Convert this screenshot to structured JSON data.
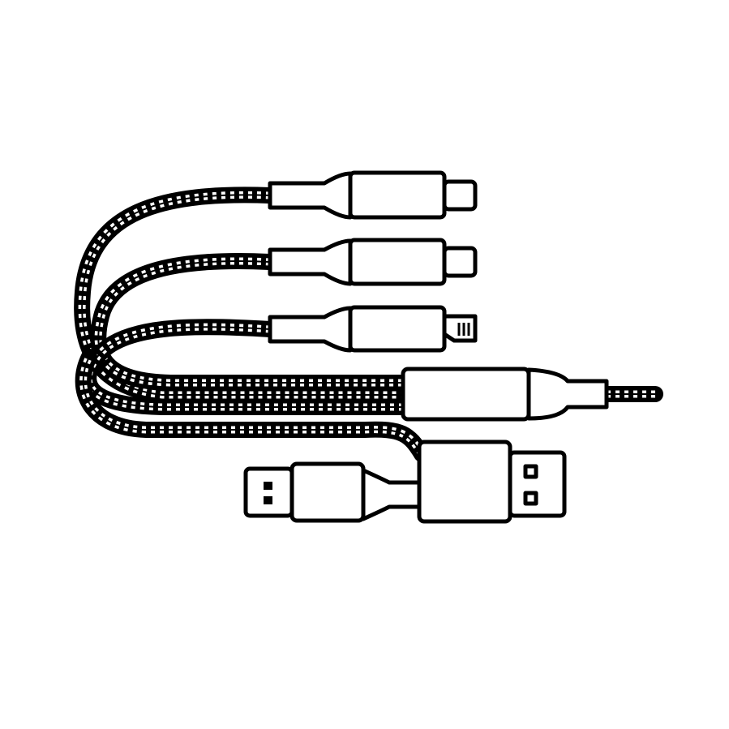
{
  "illustration": {
    "subject": "multi-connector-braided-cable",
    "colors": {
      "line": "#000000",
      "fill": "#ffffff",
      "background": "#ffffff"
    },
    "connectors": [
      "usb-c",
      "lightning",
      "micro-usb",
      "usb-a",
      "usb-a"
    ]
  }
}
